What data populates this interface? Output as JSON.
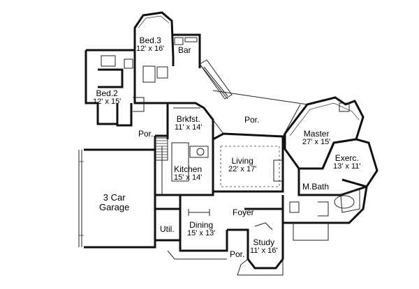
{
  "rooms": {
    "bed3": {
      "name": "Bed.3",
      "dims": "12' x 16'"
    },
    "bar": {
      "name": "Bar"
    },
    "bed2": {
      "name": "Bed.2",
      "dims": "12' x 15'"
    },
    "brkfst": {
      "name": "Brkfst.",
      "dims": "11' x 14'"
    },
    "porch_top": {
      "name": "Por."
    },
    "porch_left": {
      "name": "Por."
    },
    "master": {
      "name": "Master",
      "dims": "27' x 15'"
    },
    "exerc": {
      "name": "Exerc.",
      "dims": "13' x 11'"
    },
    "living": {
      "name": "Living",
      "dims": "22' x 17'"
    },
    "kitchen": {
      "name": "Kitchen",
      "dims": "15' x 14'"
    },
    "garage": {
      "name": "3 Car",
      "name2": "Garage"
    },
    "mbath": {
      "name": "M.Bath"
    },
    "foyer": {
      "name": "Foyer"
    },
    "dining": {
      "name": "Dining",
      "dims": "15' x 13'"
    },
    "util": {
      "name": "Util."
    },
    "study": {
      "name": "Study",
      "dims": "11' x 16'"
    },
    "porch_front": {
      "name": "Por."
    }
  }
}
